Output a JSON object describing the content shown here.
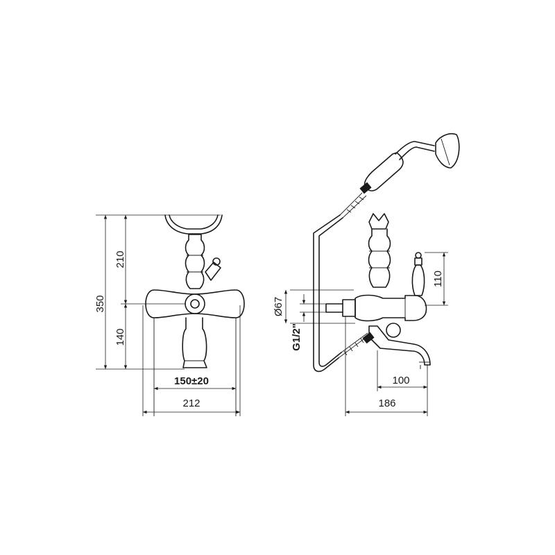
{
  "drawing": {
    "front_view": {
      "dimensions": {
        "total_height": "350",
        "upper_height": "210",
        "lower_height": "140",
        "inlet_spacing": "150±20",
        "overall_width": "212"
      }
    },
    "side_view": {
      "dimensions": {
        "body_diameter": "Ø67",
        "inlet_thread": "G1/2\"",
        "handle_height": "110",
        "spout_projection": "100",
        "overall_depth": "186"
      }
    },
    "colors": {
      "line": "#1a1a1a",
      "background": "#ffffff"
    }
  }
}
